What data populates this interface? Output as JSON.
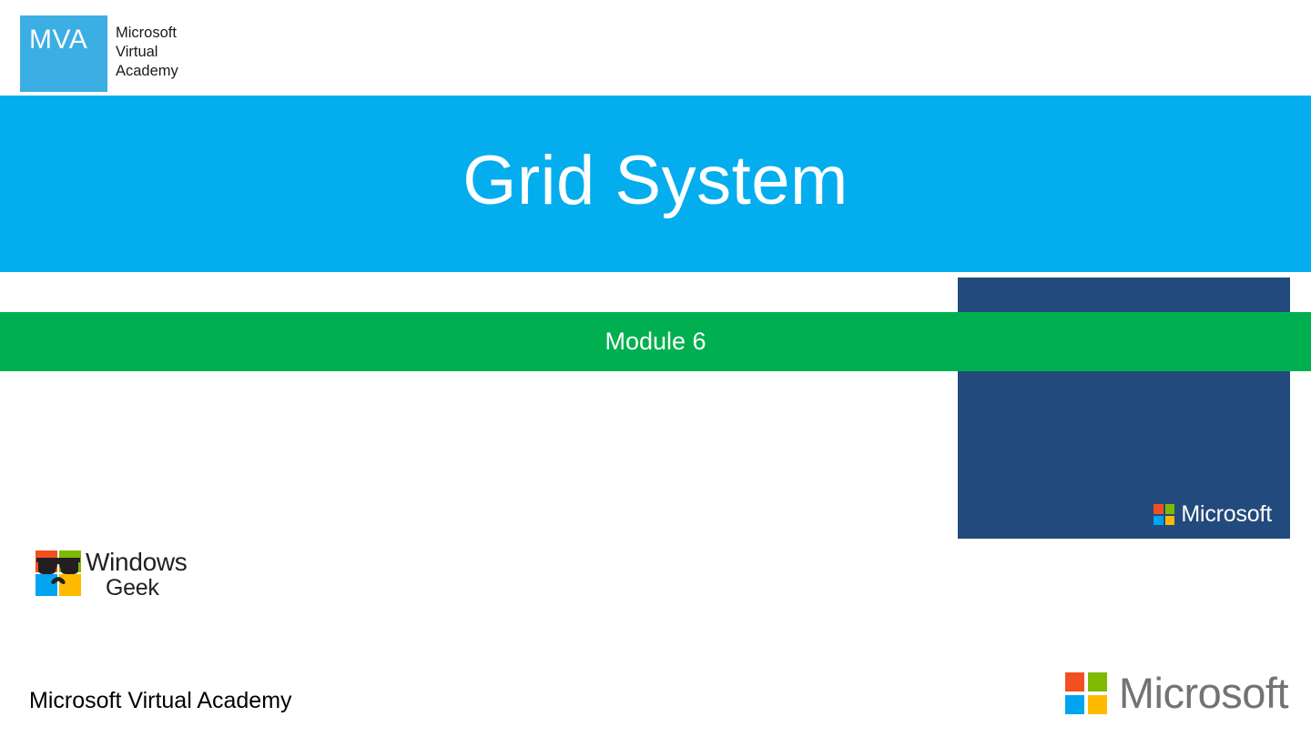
{
  "slide": {
    "title": "Grid System",
    "module_label": "Module 6",
    "footer_text": "Microsoft Virtual Academy"
  },
  "mva_logo": {
    "badge_text": "MVA",
    "line1": "Microsoft",
    "line2": "Virtual",
    "line3": "Academy"
  },
  "windows_geek_logo": {
    "word_top": "Windows",
    "word_bottom": "Geek"
  },
  "microsoft_logo_panel": {
    "name": "Microsoft"
  },
  "microsoft_logo_footer": {
    "name": "Microsoft"
  },
  "colors": {
    "cyan_band": "#03ADEE",
    "mva_badge": "#3BAEE3",
    "green_band": "#00B050",
    "dark_blue_panel": "#234A7D",
    "title_text": "#FFFFFF",
    "module_text": "#FFFFFF",
    "footer_text": "#000000",
    "microsoft_wordmark_gray": "#737373",
    "ms_flag_red": "#F25022",
    "ms_flag_green": "#7FBA00",
    "ms_flag_blue": "#00A4EF",
    "ms_flag_yellow": "#FFB900",
    "geek_glasses": "#231F20"
  }
}
